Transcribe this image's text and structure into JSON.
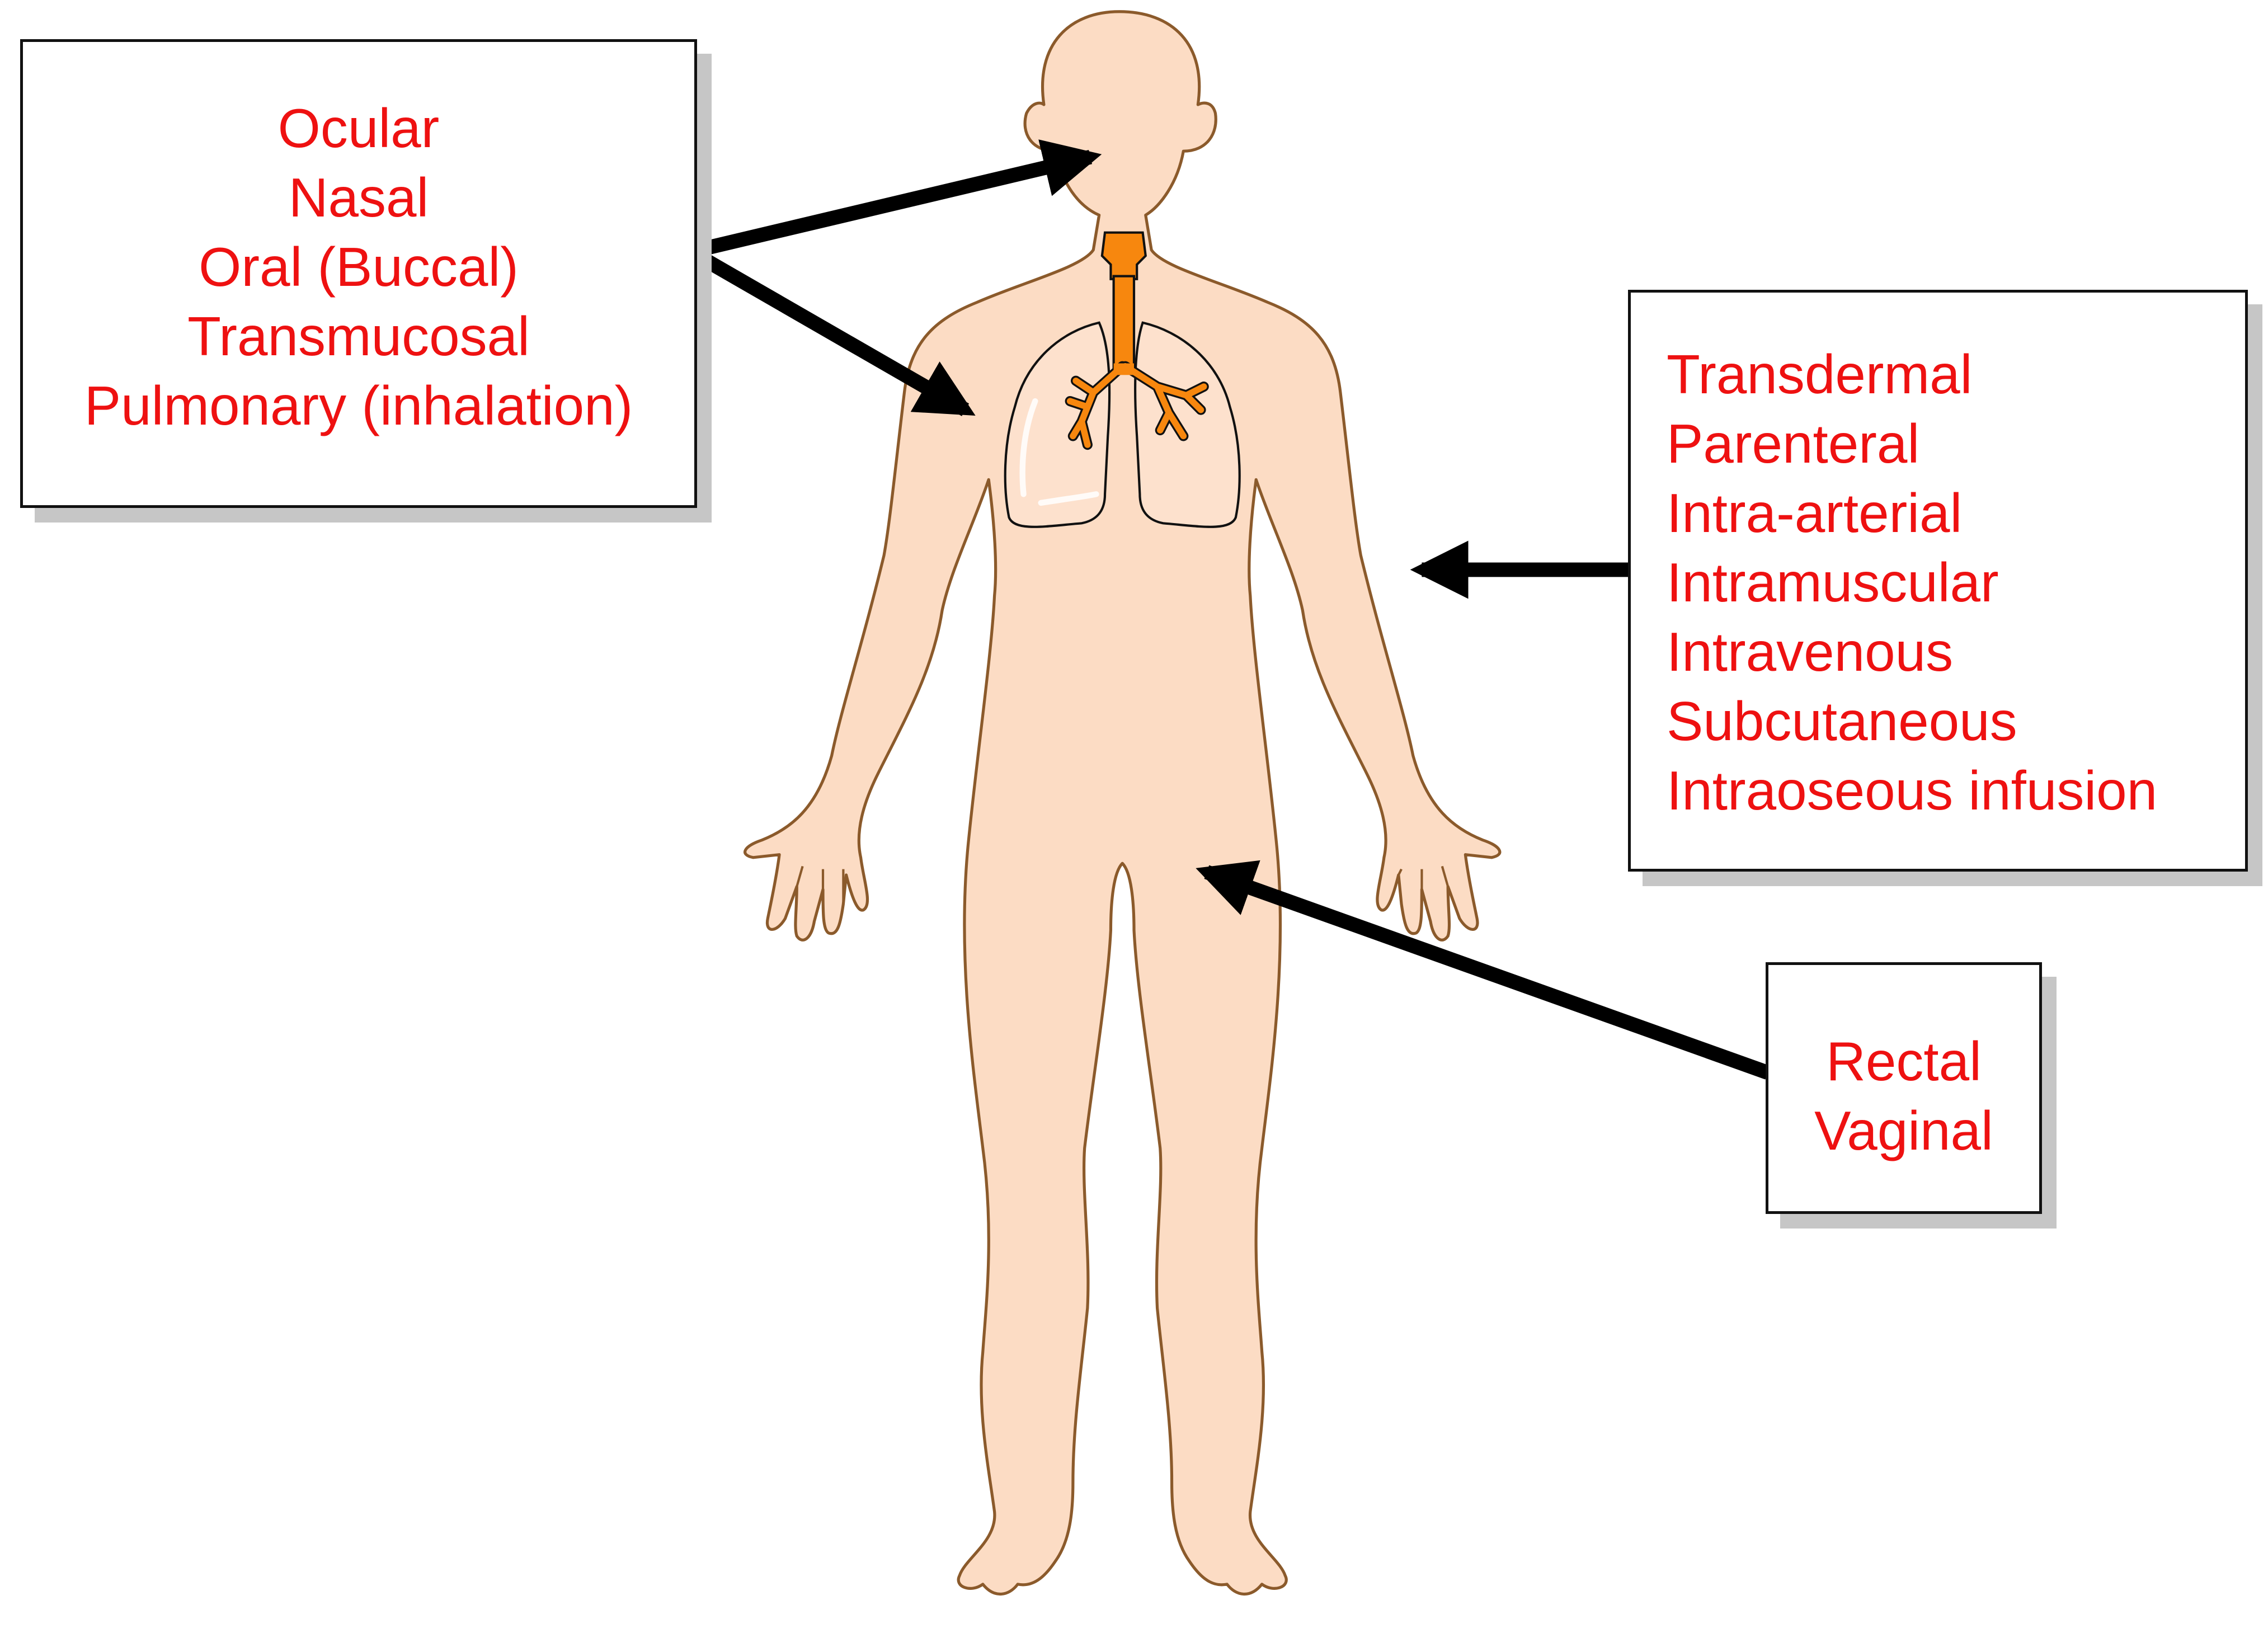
{
  "diagram": {
    "routes_upper": [
      "Ocular",
      "Nasal",
      "Oral (Buccal)",
      "Transmucosal",
      "Pulmonary (inhalation)"
    ],
    "routes_right": [
      "Transdermal",
      "Parenteral",
      "Intra-arterial",
      "Intramuscular",
      "Intravenous",
      "Subcutaneous",
      "Intraoseous infusion"
    ],
    "routes_lower": [
      "Rectal",
      "Vaginal"
    ]
  },
  "colors": {
    "label_text": "#ee1111",
    "skin_fill": "#fcdcc4",
    "skin_outline": "#8b5a2b",
    "airway_fill": "#f7870e",
    "lung_fill": "#fde1cd",
    "arrow": "#000000",
    "box_shadow": "#c6c6c6"
  }
}
